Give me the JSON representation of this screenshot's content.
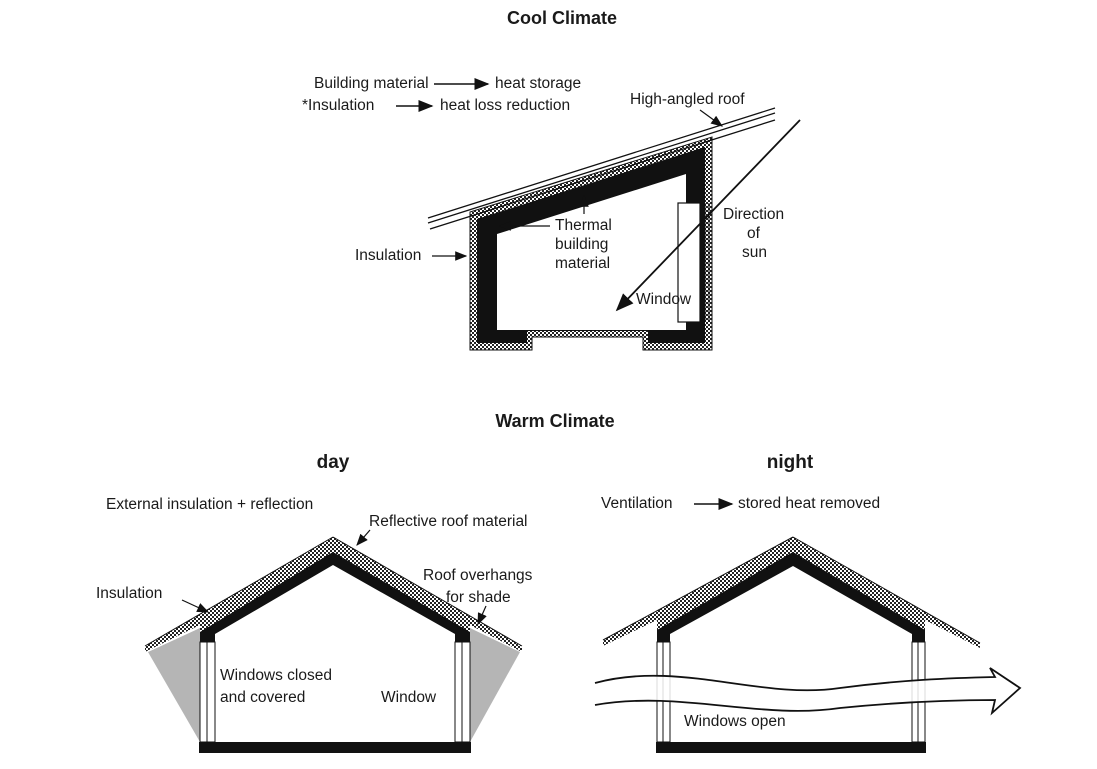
{
  "cool": {
    "title": "Cool Climate",
    "legend1_a": "Building material",
    "legend1_b": "heat storage",
    "legend2_a": "*Insulation",
    "legend2_b": "heat loss reduction",
    "roof_label": "High-angled roof",
    "insulation_label": "Insulation",
    "thermal_1": "Thermal",
    "thermal_2": "building",
    "thermal_3": "material",
    "sun_1": "Direction",
    "sun_2": "of",
    "sun_3": "sun",
    "window_label": "Window"
  },
  "warm": {
    "title": "Warm Climate",
    "day": {
      "title": "day",
      "heading": "External insulation + reflection",
      "roof_label": "Reflective roof material",
      "insulation_label": "Insulation",
      "overhang_1": "Roof overhangs",
      "overhang_2": "for shade",
      "windows_1": "Windows closed",
      "windows_2": "and covered",
      "window_label": "Window"
    },
    "night": {
      "title": "night",
      "heading_a": "Ventilation",
      "heading_b": "stored heat removed",
      "windows_label": "Windows open"
    }
  }
}
